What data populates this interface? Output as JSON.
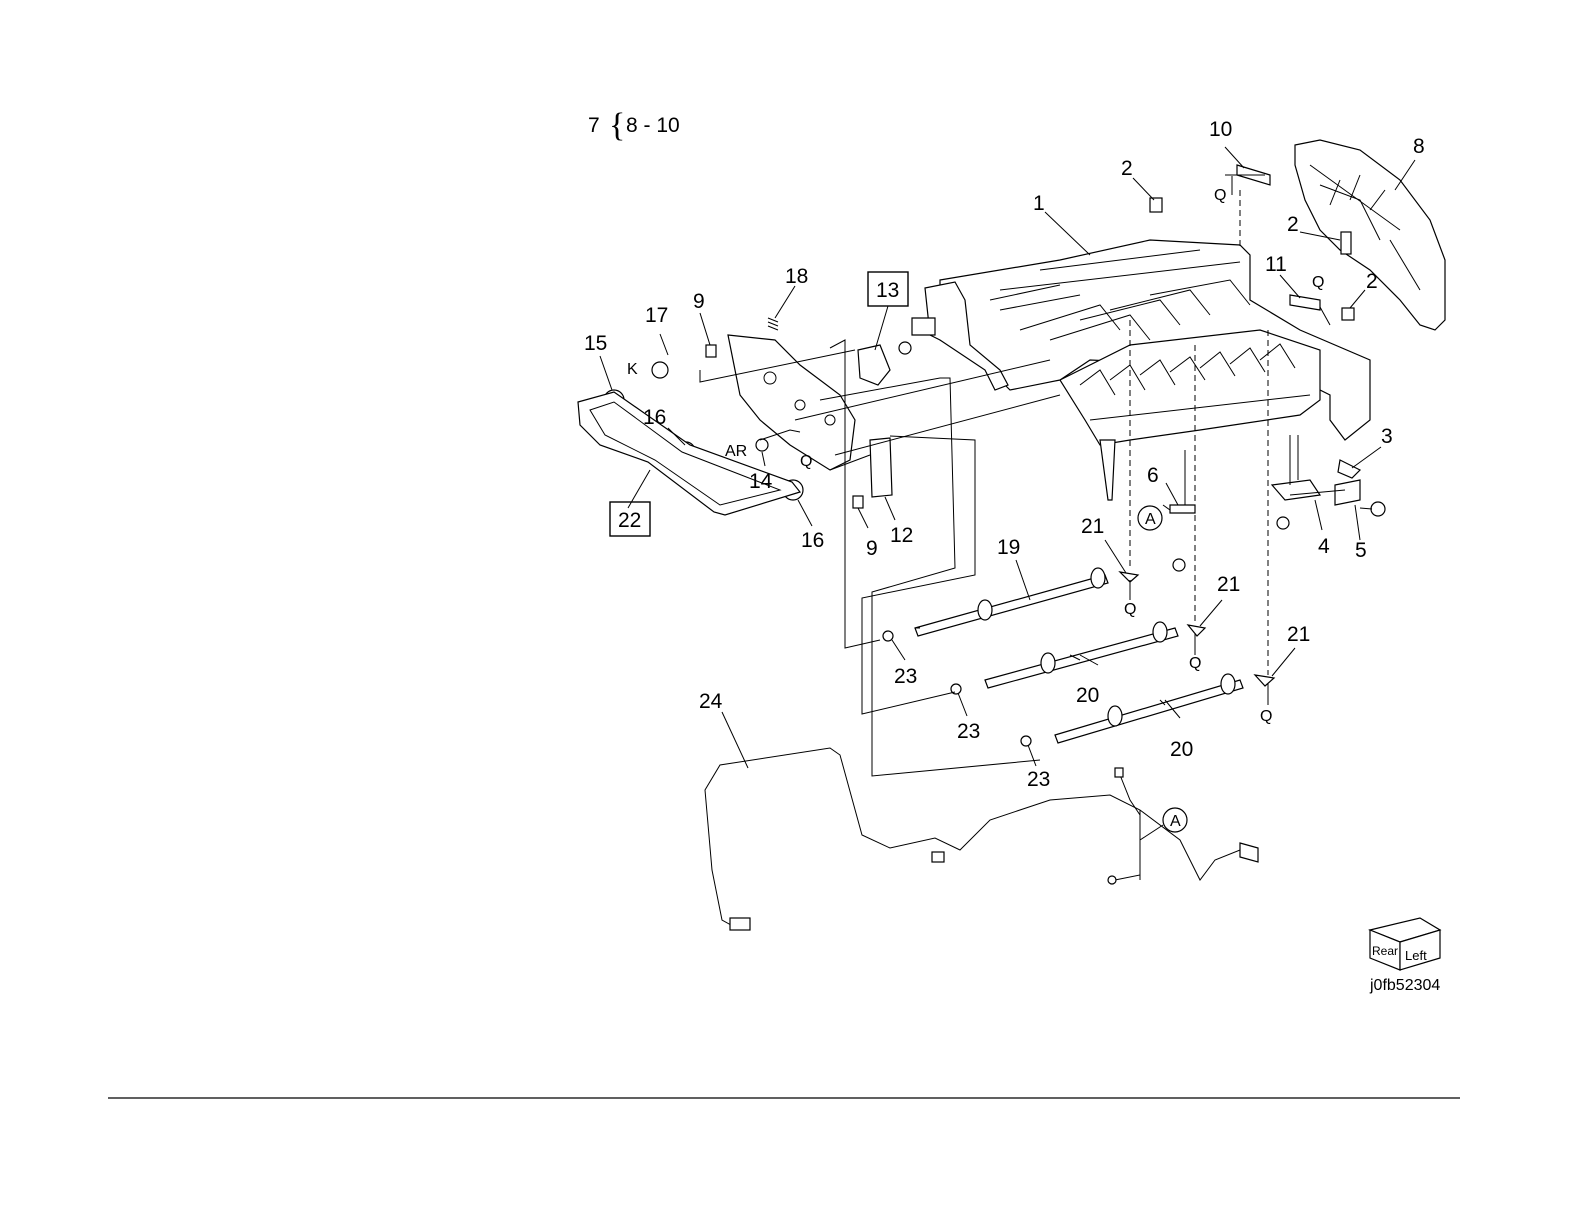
{
  "header": {
    "group_item": "7",
    "group_range": "8 - 10"
  },
  "callouts": [
    {
      "id": "c1",
      "label": "1",
      "boxed": false
    },
    {
      "id": "c2a",
      "label": "2",
      "boxed": false
    },
    {
      "id": "c2b",
      "label": "2",
      "boxed": false
    },
    {
      "id": "c2c",
      "label": "2",
      "boxed": false
    },
    {
      "id": "c3",
      "label": "3",
      "boxed": false
    },
    {
      "id": "c4",
      "label": "4",
      "boxed": false
    },
    {
      "id": "c5",
      "label": "5",
      "boxed": false
    },
    {
      "id": "c6",
      "label": "6",
      "boxed": false
    },
    {
      "id": "c8",
      "label": "8",
      "boxed": false
    },
    {
      "id": "c9a",
      "label": "9",
      "boxed": false
    },
    {
      "id": "c9b",
      "label": "9",
      "boxed": false
    },
    {
      "id": "c10",
      "label": "10",
      "boxed": false
    },
    {
      "id": "c11",
      "label": "11",
      "boxed": false
    },
    {
      "id": "c12",
      "label": "12",
      "boxed": false
    },
    {
      "id": "c13",
      "label": "13",
      "boxed": true
    },
    {
      "id": "c14",
      "label": "14",
      "boxed": false
    },
    {
      "id": "c15",
      "label": "15",
      "boxed": false
    },
    {
      "id": "c16a",
      "label": "16",
      "boxed": false
    },
    {
      "id": "c16b",
      "label": "16",
      "boxed": false
    },
    {
      "id": "c17",
      "label": "17",
      "boxed": false
    },
    {
      "id": "c18",
      "label": "18",
      "boxed": false
    },
    {
      "id": "c19",
      "label": "19",
      "boxed": false
    },
    {
      "id": "c20a",
      "label": "20",
      "boxed": false
    },
    {
      "id": "c20b",
      "label": "20",
      "boxed": false
    },
    {
      "id": "c21a",
      "label": "21",
      "boxed": false
    },
    {
      "id": "c21b",
      "label": "21",
      "boxed": false
    },
    {
      "id": "c21c",
      "label": "21",
      "boxed": false
    },
    {
      "id": "c22",
      "label": "22",
      "boxed": true
    },
    {
      "id": "c23a",
      "label": "23",
      "boxed": false
    },
    {
      "id": "c23b",
      "label": "23",
      "boxed": false
    },
    {
      "id": "c23c",
      "label": "23",
      "boxed": false
    },
    {
      "id": "c24",
      "label": "24",
      "boxed": false
    }
  ],
  "markers": {
    "q": "Q",
    "k": "K",
    "ar": "AR",
    "a": "A"
  },
  "orientation": {
    "rear": "Rear",
    "left": "Left"
  },
  "figure_id": "j0fb52304"
}
